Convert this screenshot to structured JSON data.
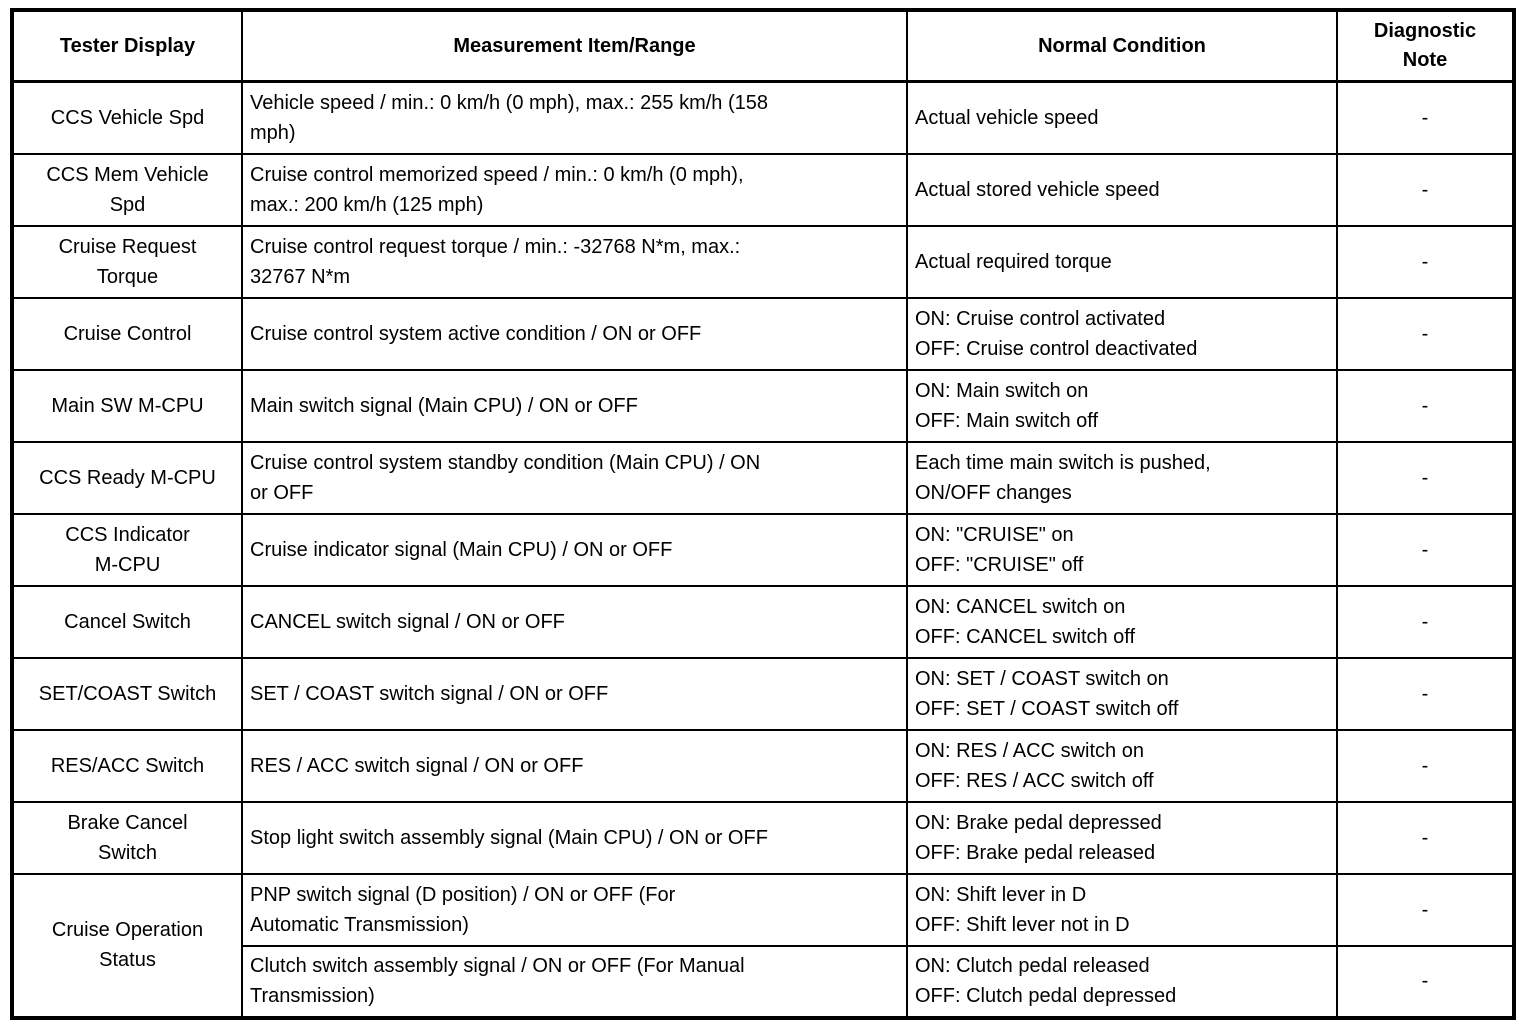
{
  "table": {
    "headers": {
      "tester_display": "Tester Display",
      "measurement": "Measurement Item/Range",
      "normal_condition": "Normal Condition",
      "diagnostic_note": "Diagnostic\nNote"
    },
    "rows": [
      {
        "tester_display": "CCS Vehicle Spd",
        "measurement": "Vehicle speed / min.: 0 km/h (0 mph), max.: 255 km/h (158\nmph)",
        "normal_condition": "Actual vehicle speed",
        "diagnostic_note": "-"
      },
      {
        "tester_display": "CCS Mem Vehicle\nSpd",
        "measurement": "Cruise control memorized speed / min.: 0 km/h (0 mph),\nmax.: 200 km/h (125 mph)",
        "normal_condition": "Actual stored vehicle speed",
        "diagnostic_note": "-"
      },
      {
        "tester_display": "Cruise Request\nTorque",
        "measurement": "Cruise control request torque / min.: -32768 N*m, max.:\n32767 N*m",
        "normal_condition": "Actual required torque",
        "diagnostic_note": "-"
      },
      {
        "tester_display": "Cruise Control",
        "measurement": "Cruise control system active condition / ON or OFF",
        "normal_condition": "ON: Cruise control activated\nOFF: Cruise control deactivated",
        "diagnostic_note": "-"
      },
      {
        "tester_display": "Main SW M-CPU",
        "measurement": "Main switch signal (Main CPU) / ON or OFF",
        "normal_condition": "ON: Main switch on\nOFF: Main switch off",
        "diagnostic_note": "-"
      },
      {
        "tester_display": "CCS Ready M-CPU",
        "measurement": "Cruise control system standby condition (Main CPU) / ON\nor OFF",
        "normal_condition": "Each time main switch is pushed,\nON/OFF changes",
        "diagnostic_note": "-"
      },
      {
        "tester_display": "CCS Indicator\nM-CPU",
        "measurement": "Cruise indicator signal (Main CPU) / ON or OFF",
        "normal_condition": "ON: \"CRUISE\" on\nOFF: \"CRUISE\" off",
        "diagnostic_note": "-"
      },
      {
        "tester_display": "Cancel Switch",
        "measurement": "CANCEL switch signal / ON or OFF",
        "normal_condition": "ON: CANCEL switch on\nOFF: CANCEL switch off",
        "diagnostic_note": "-"
      },
      {
        "tester_display": "SET/COAST Switch",
        "measurement": "SET / COAST switch signal / ON or OFF",
        "normal_condition": "ON: SET / COAST switch on\nOFF: SET / COAST switch off",
        "diagnostic_note": "-"
      },
      {
        "tester_display": "RES/ACC Switch",
        "measurement": "RES / ACC switch signal / ON or OFF",
        "normal_condition": "ON: RES / ACC switch on\nOFF: RES / ACC switch off",
        "diagnostic_note": "-"
      },
      {
        "tester_display": "Brake Cancel\nSwitch",
        "measurement": "Stop light switch assembly signal (Main CPU) / ON or OFF",
        "normal_condition": "ON: Brake pedal depressed\nOFF: Brake pedal released",
        "diagnostic_note": "-"
      }
    ],
    "grouped_row": {
      "tester_display": "Cruise Operation\nStatus",
      "sub_rows": [
        {
          "measurement": "PNP switch signal (D position) / ON or OFF (For\nAutomatic Transmission)",
          "normal_condition": "ON: Shift lever in D\nOFF: Shift lever not in D",
          "diagnostic_note": "-"
        },
        {
          "measurement": "Clutch switch assembly signal / ON or OFF (For Manual\nTransmission)",
          "normal_condition": "ON: Clutch pedal released\nOFF: Clutch pedal depressed",
          "diagnostic_note": "-"
        }
      ]
    }
  }
}
